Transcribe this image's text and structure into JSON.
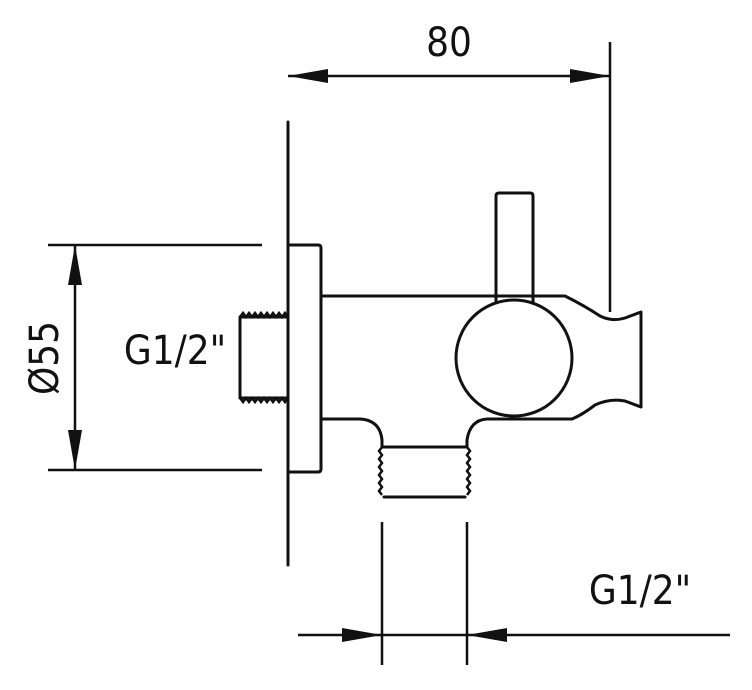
{
  "drawing": {
    "dimension_width": "80",
    "dimension_diameter": "Ø55",
    "thread_inlet": "G1/2\"",
    "thread_outlet": "G1/2\""
  },
  "colors": {
    "line": "#111111",
    "background": "#ffffff"
  }
}
